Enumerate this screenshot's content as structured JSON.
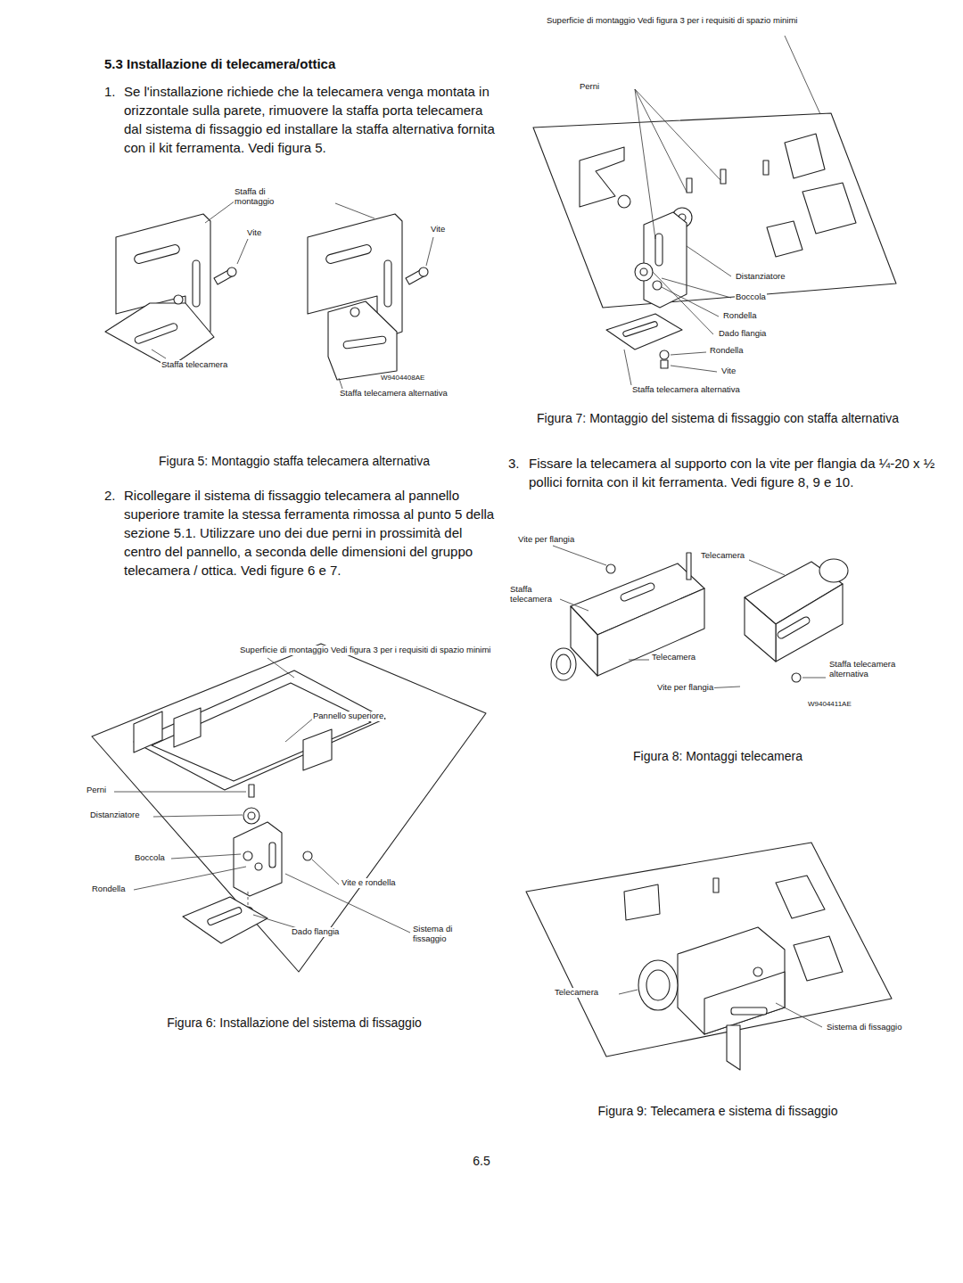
{
  "diagram": {
    "title": "5.3 Installazione di telecamera/ottica",
    "labels": [
      "1.",
      "Se l'installazione richiede che la telecamera venga montata in orizzontale sulla parete, rimuovere la staffa porta telecamera dal sistema di fissaggio ed installare la staffa alternativa fornita con il kit ferramenta. Vedi figura 5.",
      "Staffa di montaggio",
      "Vite",
      "Vite",
      "Staffa telecamera",
      "W9404408AE",
      "Staffa telecamera alternativa",
      "Figura 5: Montaggio staffa telecamera alternativa",
      "2.",
      "Ricollegare il sistema di fissaggio telecamera al pannello superiore tramite la stessa ferramenta rimossa al punto 5 della sezione 5.1. Utilizzare uno dei due perni in prossimità del centro del pannello, a seconda delle dimensioni del gruppo telecamera / ottica. Vedi figure 6 e 7.",
      "Superficie di montaggio Vedi figura 3 per i requisiti di spazio minimi",
      "Pannello superiore",
      "Perni",
      "Distanziatore",
      "Boccola",
      "Rondella",
      "Vite e rondella",
      "Dado flangia",
      "Sistema di fissaggio",
      "Figura 6: Installazione del sistema di fissaggio",
      "Superficie di montaggio Vedi figura 3 per i requisiti di spazio minimi",
      "Perni",
      "Distanziatore",
      "Boccola",
      "Rondella",
      "Dado flangia",
      "Rondella",
      "Vite",
      "Staffa telecamera alternativa",
      "Figura 7: Montaggio del sistema di fissaggio con staffa alternativa",
      "3.",
      "Fissare la telecamera al supporto con la vite per flangia da ¼-20 x ½ pollici fornita con il kit ferramenta. Vedi figure 8, 9 e 10.",
      "Vite per flangia",
      "Telecamera",
      "Staffa telecamera",
      "Telecamera",
      "Vite per flangia",
      "Staffa telecamera alternativa",
      "W9404411AE",
      "Figura 8: Montaggi telecamera",
      "Telecamera",
      "Sistema di fissaggio",
      "Figura 9: Telecamera e sistema di fissaggio",
      "6.5"
    ]
  }
}
